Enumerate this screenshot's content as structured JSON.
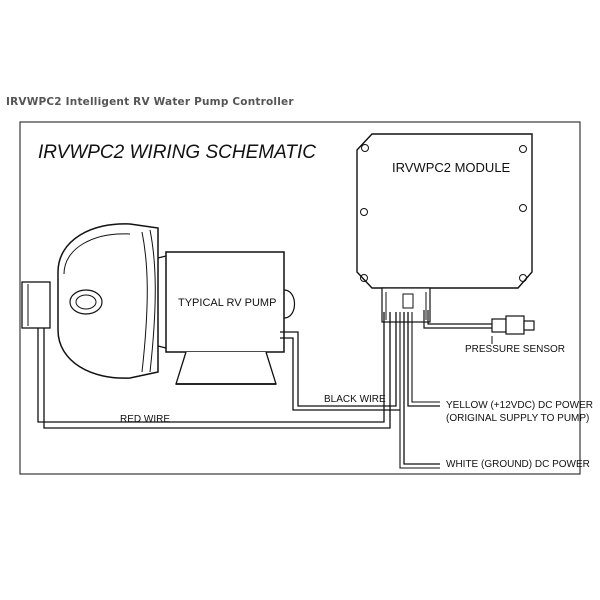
{
  "page": {
    "caption": "IRVWPC2 Intelligent RV Water Pump Controller"
  },
  "schematic": {
    "title": "IRVWPC2 WIRING SCHEMATIC",
    "module_label": "IRVWPC2 MODULE",
    "pump_label": "TYPICAL RV PUMP",
    "pressure_sensor_label": "PRESSURE SENSOR",
    "black_wire_label": "BLACK WIRE",
    "red_wire_label": "RED WIRE",
    "yellow_label_line1": "YELLOW (+12VDC)  DC POWER",
    "yellow_label_line2": "(ORIGINAL SUPPLY TO PUMP)",
    "white_label": "WHITE (GROUND) DC POWER"
  },
  "colors": {
    "line": "#111111",
    "caption": "#555555",
    "background": "#ffffff"
  }
}
